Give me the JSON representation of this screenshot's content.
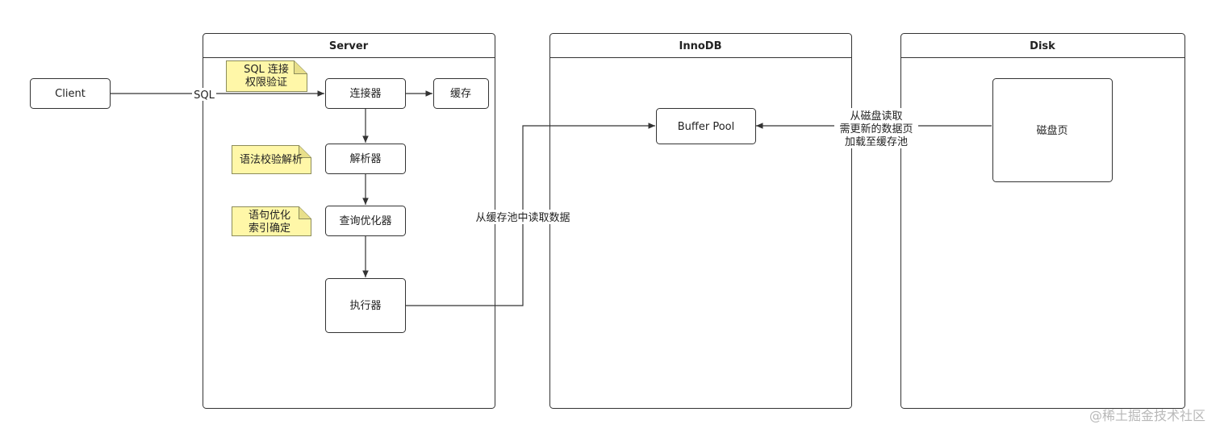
{
  "client": {
    "label": "Client"
  },
  "edge_sql_label": "SQL",
  "server": {
    "title": "Server",
    "nodes": {
      "connector": "连接器",
      "cache": "缓存",
      "parser": "解析器",
      "optimizer": "查询优化器",
      "executor": "执行器"
    },
    "notes": {
      "connector_note_line1": "SQL 连接",
      "connector_note_line2": "权限验证",
      "parser_note": "语法校验解析",
      "optimizer_note_line1": "语句优化",
      "optimizer_note_line2": "索引确定"
    }
  },
  "innodb": {
    "title": "InnoDB",
    "buffer_pool": "Buffer Pool"
  },
  "disk": {
    "title": "Disk",
    "disk_page": "磁盘页"
  },
  "edges": {
    "read_from_pool": "从缓存池中读取数据",
    "disk_to_pool_line1": "从磁盘读取",
    "disk_to_pool_line2": "需更新的数据页",
    "disk_to_pool_line3": "加载至缓存池"
  },
  "watermark": "@稀土掘金技术社区",
  "colors": {
    "stroke": "#333333",
    "note_fill": "#fff7a8",
    "note_stroke": "#8c8c5a",
    "text": "#222222",
    "watermark": "#b8b8b8"
  }
}
